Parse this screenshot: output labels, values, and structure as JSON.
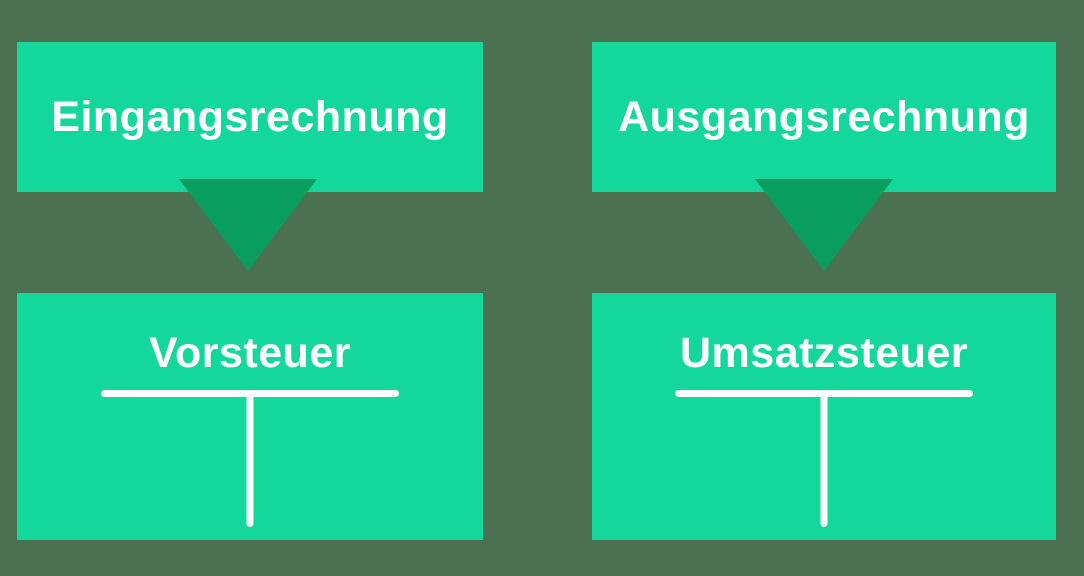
{
  "theme": {
    "background": "#4b7152",
    "box": "#13d79b",
    "arrow": "#0b9e61",
    "text": "#ffffff"
  },
  "diagram": {
    "columns": [
      {
        "source": "Eingangsrechnung",
        "target": "Vorsteuer"
      },
      {
        "source": "Ausgangsrechnung",
        "target": "Umsatzsteuer"
      }
    ]
  }
}
